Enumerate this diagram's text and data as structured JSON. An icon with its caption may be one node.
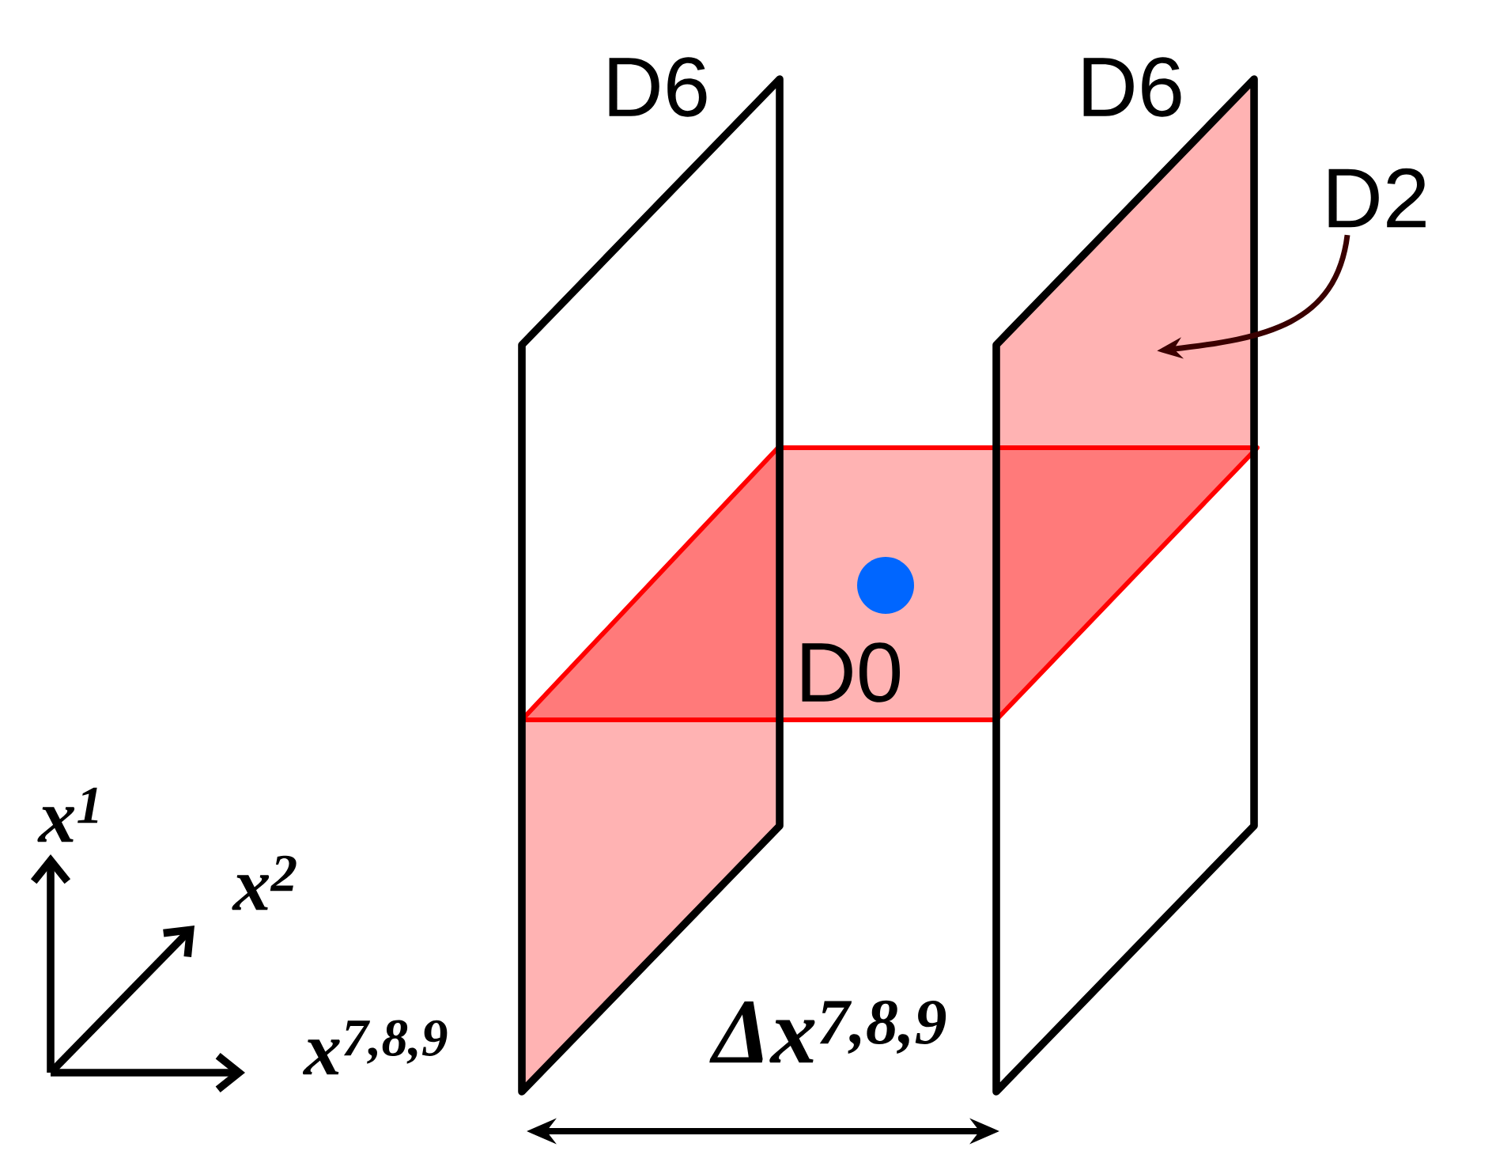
{
  "diagram": {
    "nodes": [
      {
        "text": [
          "D6"
        ]
      },
      {
        "text": [
          "D6"
        ]
      },
      {
        "text": [
          "D2"
        ]
      },
      {
        "text": [],
        "shape": "parallelogram",
        "in": 1
      }
    ],
    "edges": [
      {
        "from": 2,
        "to": 3,
        "arrow": "to",
        "color": "#3a0000"
      }
    ],
    "labels": [
      "D0",
      "x$^{1}$",
      "x$^{2}$",
      "x$^{7,8,9}$",
      "Δx$^{7,8,9}$"
    ]
  }
}
